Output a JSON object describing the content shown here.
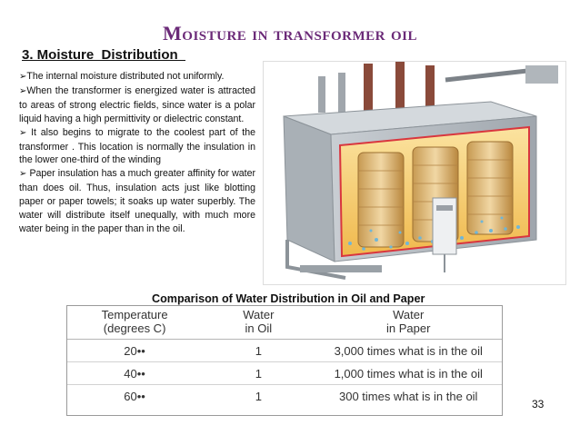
{
  "slide": {
    "title": "Moisture in transformer oil",
    "section_heading": "3. Moisture  Distribution  ",
    "page_number": "33"
  },
  "bullets": [
    {
      "marker": "➢",
      "text": "The internal moisture distributed not uniformly."
    },
    {
      "marker": "➢",
      "text": "When the transformer is energized  water is attracted to areas of strong electric fields, since water is a polar liquid having a high permittivity or dielectric constant."
    },
    {
      "marker": "➢",
      "text": " It also begins to migrate to the coolest part of the transformer . This location is normally the insulation in the lower one-third of the winding"
    },
    {
      "marker": "➢",
      "text": " Paper insulation has a much greater affinity for water than does oil. Thus, insulation acts just like blotting paper or paper towels; it soaks up water superbly. The water will distribute itself unequally, with much more water being in the paper than in the oil."
    }
  ],
  "table": {
    "caption": "Comparison of Water Distribution in Oil and Paper",
    "headers": [
      [
        "Temperature",
        "(degrees C)"
      ],
      [
        "Water",
        "in Oil"
      ],
      [
        "Water",
        "in Paper"
      ]
    ],
    "rows": [
      [
        "20••",
        "1",
        "3,000 times what is in the oil"
      ],
      [
        "40••",
        "1",
        "1,000 times what is in the oil"
      ],
      [
        "60••",
        "1",
        "300 times what is in the oil"
      ]
    ]
  },
  "colors": {
    "title": "#6b2a78",
    "tank": "#b9bec3",
    "core_panel": "#f2c25a",
    "cutaway_border": "#d9363e",
    "water_dots": "#6fb6d8"
  }
}
